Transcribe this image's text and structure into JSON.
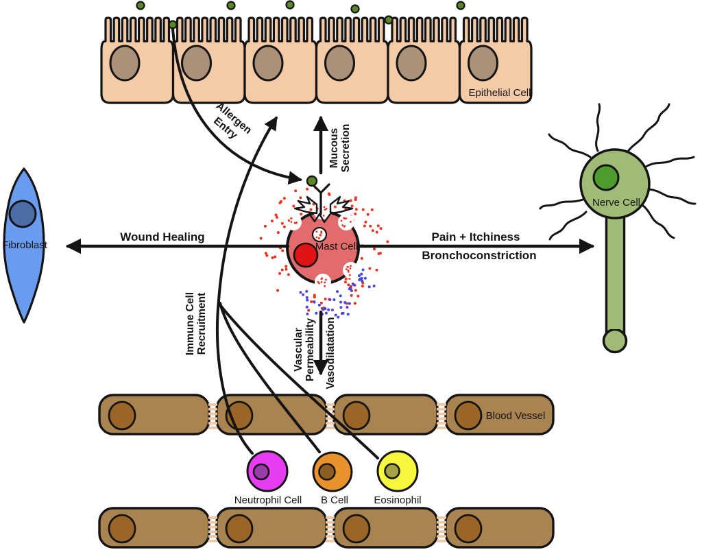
{
  "title": "Mast cell activation and allergic response diagram",
  "labels": {
    "epithelial": "Epithelial Cell",
    "fibroblast": "Fibroblast",
    "mast": "Mast Cell",
    "nerve": "Nerve Cell",
    "blood_vessel": "Blood Vessel",
    "neutrophil": "Neutrophil Cell",
    "b_cell": "B Cell",
    "eosinophil": "Eosinophil",
    "wound_healing": "Wound Healing",
    "pain": "Pain + Itchiness",
    "broncho": "Bronchoconstriction",
    "mucous1": "Mucous",
    "mucous2": "Secretion",
    "vascular1": "Vascular",
    "vascular2": "Permeability",
    "vasodilatation": "Vasodilatation",
    "allergen1": "Allergen",
    "allergen2": "Entry",
    "immune1": "Immune Cell",
    "immune2": "Recruitment"
  },
  "colors": {
    "outline": "#141414",
    "epithelial_fill": "#F4CBA6",
    "epithelial_nucleus": "#AB9179",
    "allergen": "#5C8727",
    "mast_fill": "#E26C6C",
    "mast_nucleus": "#E01414",
    "mediator_red": "#E8321E",
    "mediator_blue": "#4747DD",
    "fibroblast_fill": "#699BEF",
    "fibroblast_nucleus": "#4B6EA9",
    "nerve_fill": "#A0BA78",
    "nerve_nucleus": "#4E9C2C",
    "vessel_fill": "#A98350",
    "vessel_nucleus": "#9A6526",
    "junction_stripe": "#EDC9A4",
    "neutrophil_fill": "#E63DF2",
    "neutrophil_nucleus": "#9A3DAA",
    "b_cell_fill": "#E8912D",
    "b_cell_nucleus": "#8C5E21",
    "eosinophil_fill": "#F7F73D",
    "eosinophil_nucleus": "#A5A243"
  }
}
